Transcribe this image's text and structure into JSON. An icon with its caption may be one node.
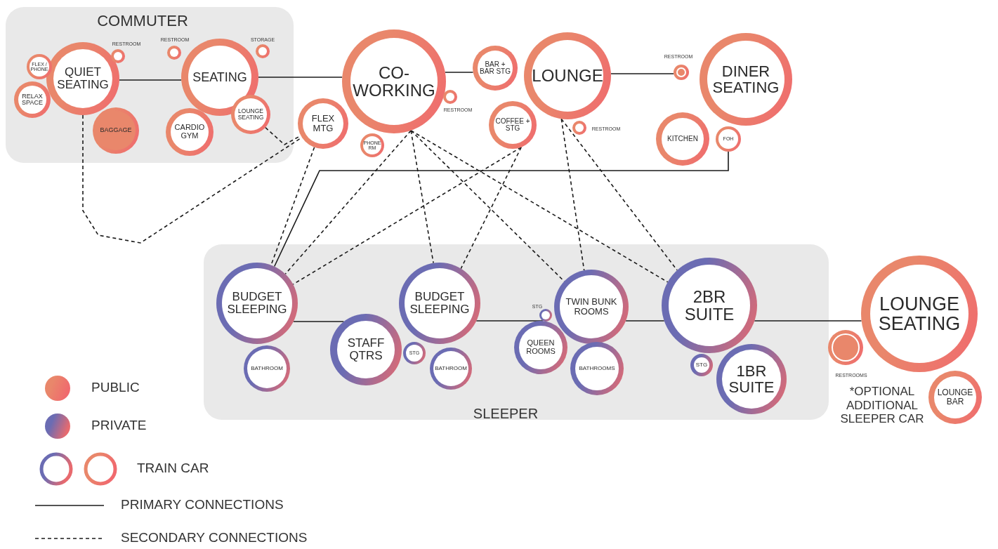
{
  "diagram": {
    "nodes": [
      {
        "text": [
          "COMMUTER"
        ]
      },
      {
        "text": [
          "QUIET SEATING"
        ],
        "in": 0
      },
      {
        "text": [
          "FLEX / PHONE"
        ],
        "in": 0
      },
      {
        "text": [
          "RELAX SPACE"
        ],
        "in": 0
      },
      {
        "text": [],
        "shape": "circle",
        "in": 0
      },
      {
        "text": [
          "BAGGAGE"
        ],
        "in": 0
      },
      {
        "text": [
          "SEATING"
        ],
        "in": 0
      },
      {
        "text": [],
        "shape": "circle",
        "in": 0
      },
      {
        "text": [],
        "shape": "circle",
        "in": 0,
        "beside": [
          "STORAGE"
        ]
      },
      {
        "text": [
          "CARDIO GYM"
        ],
        "in": 0
      },
      {
        "text": [
          "LOUNGE SEATING"
        ],
        "in": 0
      },
      {
        "text": [
          "CO- WORKING"
        ]
      },
      {
        "text": [
          "FLEX MTG"
        ]
      },
      {
        "text": [
          "PHONE RM"
        ]
      },
      {
        "text": [],
        "shape": "circle"
      },
      {
        "text": [
          "LOUNGE"
        ]
      },
      {
        "text": [
          "BAR + BAR STG"
        ]
      },
      {
        "text": [
          "COFFEE + STG"
        ]
      },
      {
        "text": [],
        "shape": "circle",
        "beside": [
          "RESTROOM"
        ]
      },
      {
        "text": [
          "DINER SEATING"
        ]
      },
      {
        "text": [],
        "shape": "circle",
        "beside": [
          "RESTROOM"
        ]
      },
      {
        "text": [
          "KITCHEN"
        ]
      },
      {
        "text": [
          "FOH"
        ]
      },
      {
        "text": [
          "SLEEPER"
        ]
      },
      {
        "text": [
          "BUDGET SLEEPING"
        ],
        "in": 23
      },
      {
        "text": [
          "BATHROOM"
        ],
        "in": 23
      },
      {
        "text": [
          "STAFF QTRS"
        ],
        "in": 23
      },
      {
        "text": [
          "BUDGET SLEEPING"
        ],
        "in": 23
      },
      {
        "text": [
          "STG"
        ],
        "in": 23
      },
      {
        "text": [
          "BATHROOM"
        ],
        "in": 23
      },
      {
        "text": [
          "TWIN BUNK ROOMS"
        ],
        "in": 23
      },
      {
        "text": [],
        "shape": "circle",
        "in": 23,
        "beside": [
          "STG"
        ]
      },
      {
        "text": [
          "QUEEN ROOMS"
        ],
        "in": 23
      },
      {
        "text": [
          "BATHROOMS"
        ],
        "in": 23
      },
      {
        "text": [
          "2BR SUITE"
        ],
        "in": 23
      },
      {
        "text": [
          "STG"
        ],
        "in": 23
      },
      {
        "text": [
          "1BR SUITE"
        ],
        "in": 23
      },
      {
        "text": [
          "LOUNGE SEATING"
        ]
      },
      {
        "text": [],
        "shape": "circle"
      },
      {
        "text": [
          "LOUNGE BAR"
        ]
      }
    ],
    "edges": [
      {
        "from": 1,
        "to": 6,
        "arrow": "none"
      },
      {
        "from": 6,
        "to": 11,
        "arrow": "none"
      },
      {
        "from": 11,
        "to": 16,
        "arrow": "none"
      },
      {
        "from": 15,
        "to": 20,
        "arrow": "none"
      },
      {
        "from": 22,
        "to": 24,
        "arrow": "none"
      },
      {
        "from": 24,
        "to": 26,
        "arrow": "none"
      },
      {
        "from": 27,
        "to": 31,
        "arrow": "none"
      },
      {
        "from": 30,
        "to": 34,
        "arrow": "none"
      },
      {
        "from": 34,
        "to": 37,
        "arrow": "none"
      },
      {
        "from": 1,
        "to": 12,
        "arrow": "none",
        "style": "dashed"
      },
      {
        "from": 10,
        "to": 12,
        "arrow": "none",
        "style": "dashed"
      },
      {
        "from": 12,
        "to": 24,
        "arrow": "none",
        "style": "dashed"
      },
      {
        "from": 11,
        "to": 24,
        "arrow": "none",
        "style": "dashed"
      },
      {
        "from": 11,
        "to": 27,
        "arrow": "none",
        "style": "dashed"
      },
      {
        "from": 11,
        "to": 30,
        "arrow": "none",
        "style": "dashed"
      },
      {
        "from": 11,
        "to": 34,
        "arrow": "none",
        "style": "dashed"
      },
      {
        "from": 17,
        "to": 24,
        "arrow": "none",
        "style": "dashed"
      },
      {
        "from": 17,
        "to": 27,
        "arrow": "none",
        "style": "dashed"
      },
      {
        "from": 15,
        "to": 30,
        "arrow": "none",
        "style": "dashed"
      },
      {
        "from": 15,
        "to": 34,
        "arrow": "none",
        "style": "dashed"
      }
    ],
    "labels": [
      "RESTROOM",
      "RESTROOM",
      "RESTROOM",
      "RESTROOMS",
      "*OPTIONAL ADDITIONAL SLEEPER CAR"
    ],
    "legend": [
      {
        "text": "PUBLIC",
        "color": "#e9876b"
      },
      {
        "text": "PRIVATE",
        "color": "#6b6cb3"
      },
      {
        "text": "TRAIN CAR"
      },
      {
        "text": "PRIMARY CONNECTIONS"
      },
      {
        "text": "SECONDARY CONNECTIONS"
      }
    ]
  }
}
